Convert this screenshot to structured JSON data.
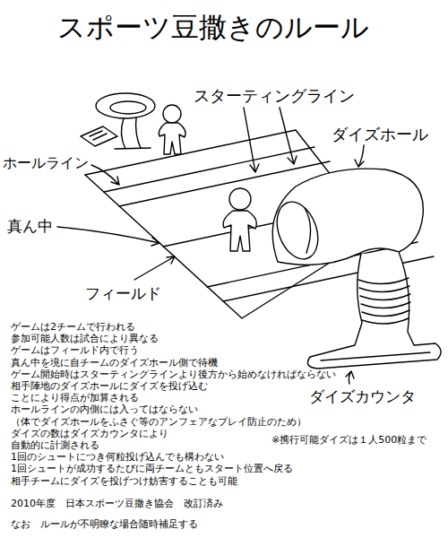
{
  "diagram": {
    "title": "スポーツ豆撒きのルール",
    "labels": [
      "スターティングライン",
      "ダイズホール",
      "ホールライン",
      "真ん中",
      "フィールド",
      "ダイズカウンタ",
      "ゲームは2チームで行われる",
      "参加可能人数は試合により異なる",
      "ゲームはフィールド内で行う",
      "真ん中を境に自チームのダイズホール側で待機",
      "ゲーム開始時はスターティングラインより後方から始めなければならない",
      "相手陣地のダイズホールにダイズを投げ込む",
      "ことにより得点が加算される",
      "ホールラインの内側には入ってはならない",
      "（体でダイズホールをふさぐ等のアンフェアなプレイ防止のため）",
      "ダイズの数はダイズカウンタにより",
      "自動的に計測される",
      "1回のシュートにつき何粒投げ込んでも構わない",
      "1回シュートが成功するたびに両チームともスタート位置へ戻る",
      "相手チームにダイズを投げつけ妨害することも可能",
      "※携行可能ダイズは１人500粒まで",
      "2010年度　日本スポーツ豆撒き協会　改訂済み",
      "なお　ルールが不明瞭な場合随時補足する"
    ]
  }
}
